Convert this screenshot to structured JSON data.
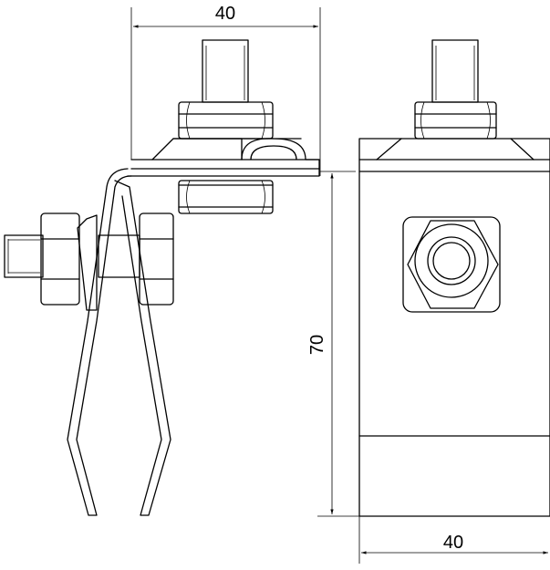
{
  "dimensions": {
    "top_width": "40",
    "height": "70",
    "bottom_width": "40"
  }
}
